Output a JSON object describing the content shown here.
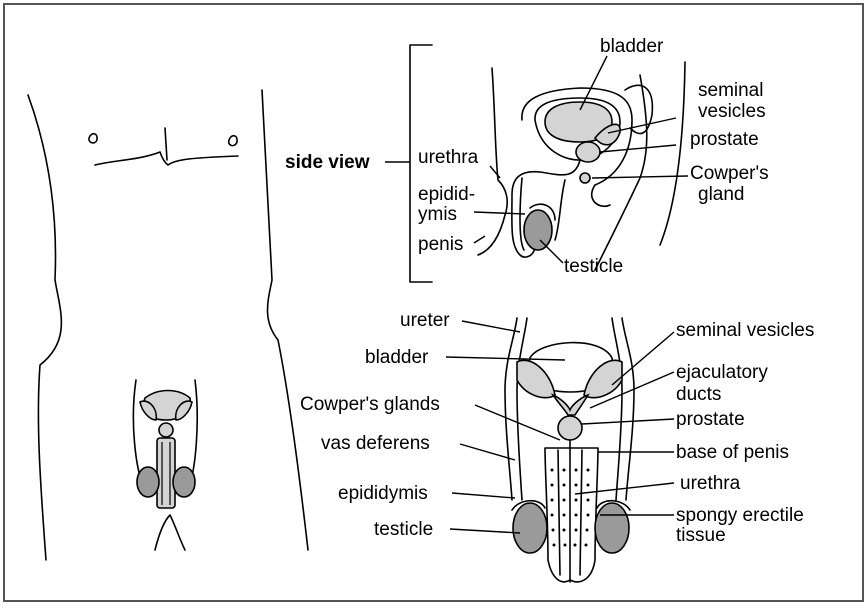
{
  "labels": {
    "side_view": "side view",
    "side": {
      "bladder": "bladder",
      "seminal_1": "seminal",
      "seminal_2": "vesicles",
      "prostate": "prostate",
      "cowpers_1": "Cowper's",
      "cowpers_2": "gland",
      "urethra": "urethra",
      "epidid_1": "epidid-",
      "epidid_2": "ymis",
      "penis": "penis",
      "testicle": "testicle"
    },
    "front": {
      "ureter": "ureter",
      "bladder": "bladder",
      "cowpers_glands": "Cowper's glands",
      "vas_deferens": "vas deferens",
      "epididymis": "epididymis",
      "testicle": "testicle",
      "seminal_vesicles": "seminal vesicles",
      "ejaculatory_1": "ejaculatory",
      "ejaculatory_2": "ducts",
      "prostate": "prostate",
      "base_of_penis": "base of penis",
      "urethra": "urethra",
      "spongy_1": "spongy erectile",
      "spongy_2": "tissue"
    }
  },
  "colors": {
    "organ_fill": "#d4d4d4",
    "testicle_fill": "#9a9a9a",
    "border": "#555555"
  }
}
